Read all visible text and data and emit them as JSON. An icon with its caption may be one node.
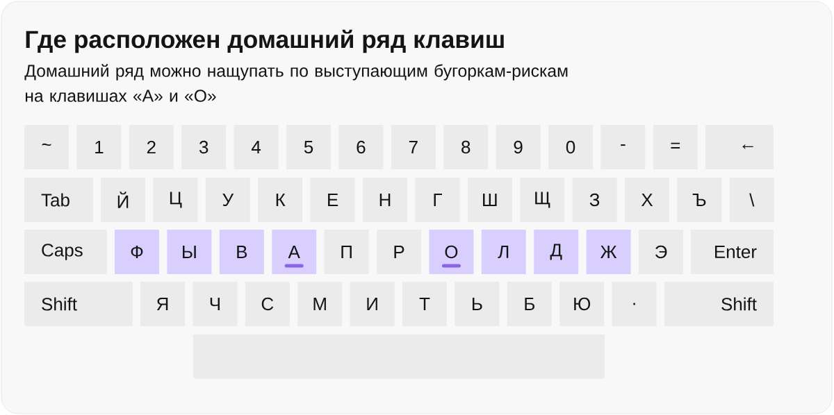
{
  "diagram": {
    "title": "Где расположен домашний ряд клавиш",
    "labels": [
      "Домашний ряд можно нащупать по выступающим бугоркам-рискам на клавишах «А» и «О»"
    ],
    "nodes": [
      {
        "text": [
          "~"
        ]
      },
      {
        "text": [
          "1"
        ]
      },
      {
        "text": [
          "2"
        ]
      },
      {
        "text": [
          "3"
        ]
      },
      {
        "text": [
          "4"
        ]
      },
      {
        "text": [
          "5"
        ]
      },
      {
        "text": [
          "6"
        ]
      },
      {
        "text": [
          "7"
        ]
      },
      {
        "text": [
          "8"
        ]
      },
      {
        "text": [
          "9"
        ]
      },
      {
        "text": [
          "0"
        ]
      },
      {
        "text": [
          "-"
        ]
      },
      {
        "text": [
          "="
        ]
      },
      {
        "text": [
          "←"
        ]
      },
      {
        "text": [
          "Tab"
        ]
      },
      {
        "text": [
          "Й"
        ]
      },
      {
        "text": [
          "Ц"
        ]
      },
      {
        "text": [
          "У"
        ]
      },
      {
        "text": [
          "К"
        ]
      },
      {
        "text": [
          "Е"
        ]
      },
      {
        "text": [
          "Н"
        ]
      },
      {
        "text": [
          "Г"
        ]
      },
      {
        "text": [
          "Ш"
        ]
      },
      {
        "text": [
          "Щ"
        ]
      },
      {
        "text": [
          "З"
        ]
      },
      {
        "text": [
          "Х"
        ]
      },
      {
        "text": [
          "Ъ"
        ]
      },
      {
        "text": [
          "\\"
        ]
      },
      {
        "text": [
          "Caps"
        ]
      },
      {
        "text": [
          "Ф"
        ]
      },
      {
        "text": [
          "Ы"
        ]
      },
      {
        "text": [
          "В"
        ]
      },
      {
        "text": [
          "А"
        ]
      },
      {
        "text": [
          "П"
        ]
      },
      {
        "text": [
          "Р"
        ]
      },
      {
        "text": [
          "О"
        ]
      },
      {
        "text": [
          "Л"
        ]
      },
      {
        "text": [
          "Д"
        ]
      },
      {
        "text": [
          "Ж"
        ]
      },
      {
        "text": [
          "Э"
        ]
      },
      {
        "text": [
          "Enter"
        ]
      },
      {
        "text": [
          "Shift"
        ]
      },
      {
        "text": [
          "Я"
        ]
      },
      {
        "text": [
          "Ч"
        ]
      },
      {
        "text": [
          "С"
        ]
      },
      {
        "text": [
          "М"
        ]
      },
      {
        "text": [
          "И"
        ]
      },
      {
        "text": [
          "Т"
        ]
      },
      {
        "text": [
          "Ь"
        ]
      },
      {
        "text": [
          "Б"
        ]
      },
      {
        "text": [
          "Ю"
        ]
      },
      {
        "text": [
          "."
        ]
      },
      {
        "text": [
          "Shift"
        ]
      },
      {
        "text": [],
        "shape": "box"
      }
    ]
  }
}
